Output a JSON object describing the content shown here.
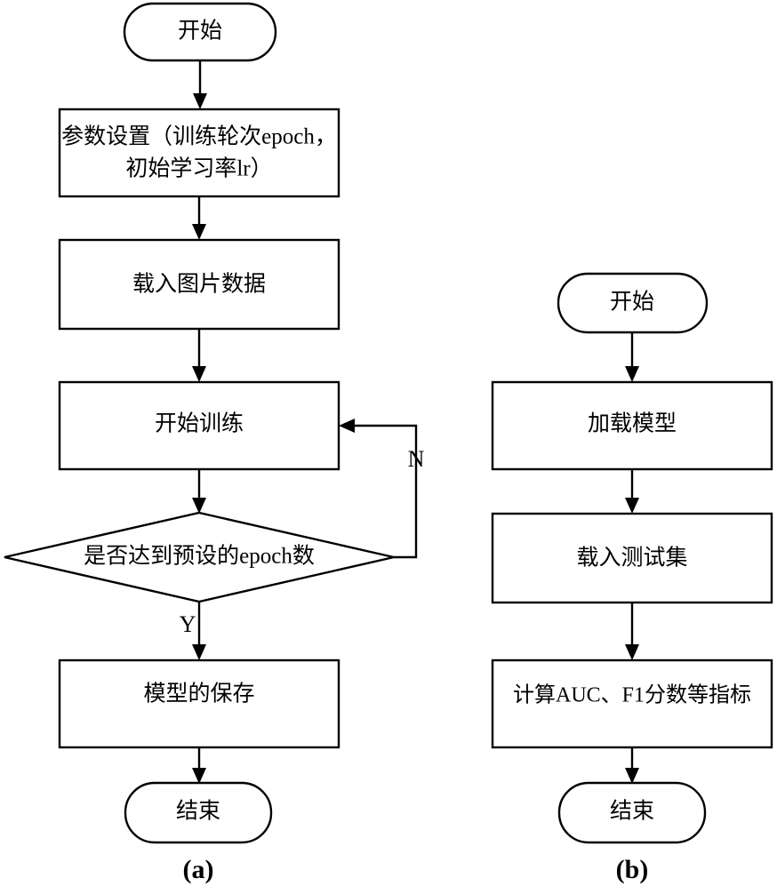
{
  "figure": {
    "title_a": "(a)",
    "title_b": "(b)",
    "accent_color": "#000000",
    "background_color": "#ffffff"
  },
  "panel_a": {
    "caption": "(a)",
    "nodes": {
      "start": "开始",
      "params_line1": "参数设置（训练轮次epoch，",
      "params_line2": "初始学习率lr）",
      "load_data": "载入图片数据",
      "start_train": "开始训练",
      "decision": "是否达到预设的epoch数",
      "save_model": "模型的保存",
      "end": "结束"
    },
    "branches": {
      "yes": "Y",
      "no": "N"
    }
  },
  "panel_b": {
    "caption": "(b)",
    "nodes": {
      "start": "开始",
      "load_model": "加载模型",
      "load_testset": "载入测试集",
      "compute_metrics": "计算AUC、F1分数等指标",
      "end": "结束"
    }
  }
}
